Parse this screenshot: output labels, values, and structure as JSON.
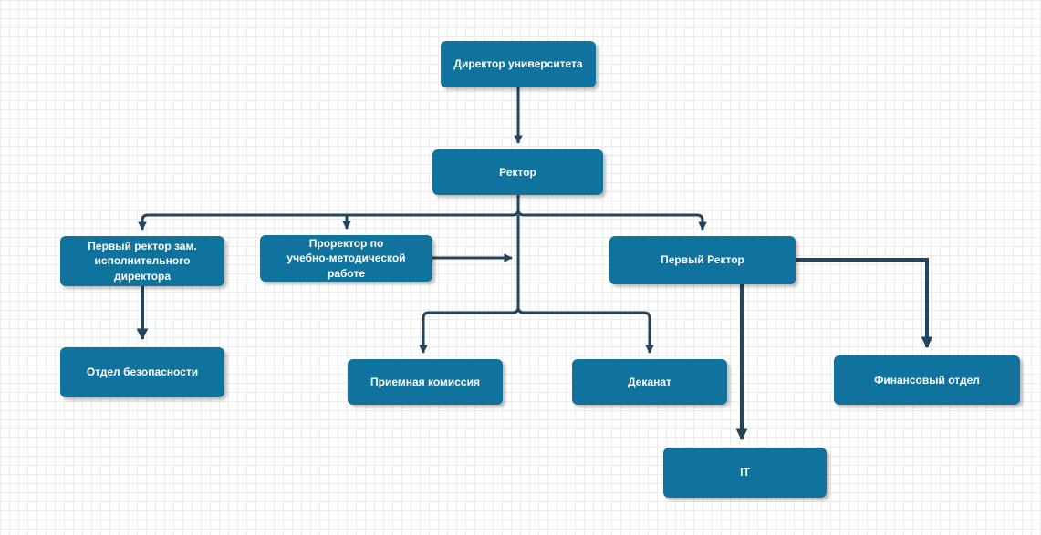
{
  "diagram": {
    "nodes": {
      "director": "Директор университета",
      "rector": "Ректор",
      "first_vice": "Первый ректор зам.\nисполнительного директора",
      "prorector": "Проректор по\nучебно-методической работе",
      "first_rector": "Первый Ректор",
      "security": "Отдел безопасности",
      "admission": "Приемная комиссия",
      "deanery": "Деканат",
      "finance": "Финансовый отдел",
      "it": "IT"
    },
    "edges": [
      {
        "from": "director",
        "to": "rector"
      },
      {
        "from": "rector",
        "to": "first_vice"
      },
      {
        "from": "rector",
        "to": "prorector"
      },
      {
        "from": "rector",
        "to": "first_rector"
      },
      {
        "from": "rector",
        "to": "admission"
      },
      {
        "from": "rector",
        "to": "deanery"
      },
      {
        "from": "prorector",
        "to": "rector"
      },
      {
        "from": "first_vice",
        "to": "security"
      },
      {
        "from": "first_rector",
        "to": "it"
      },
      {
        "from": "first_rector",
        "to": "finance"
      }
    ],
    "colors": {
      "node_fill": "#10739e",
      "node_text": "#ffffff",
      "connector": "#23445d",
      "grid": "#ebebeb",
      "background": "#ffffff"
    }
  }
}
